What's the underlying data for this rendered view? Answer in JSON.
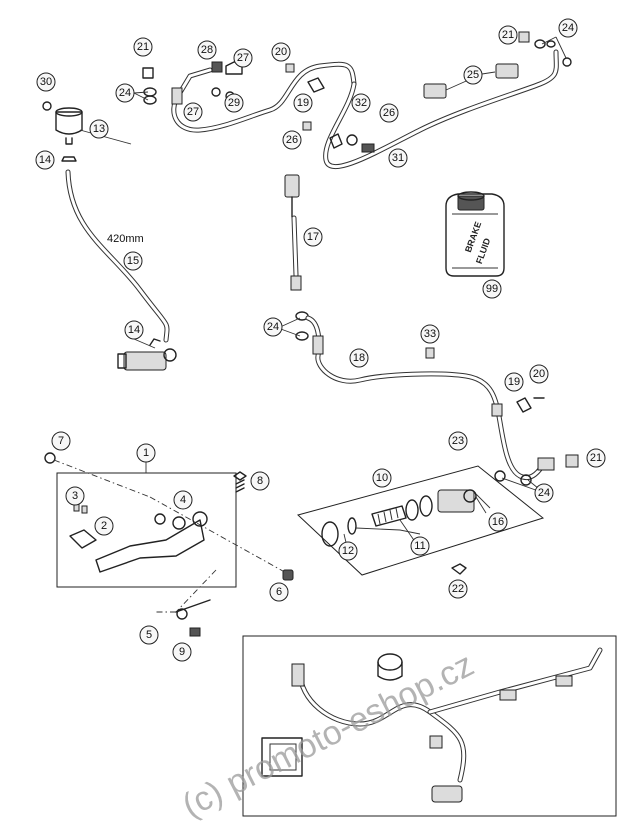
{
  "diagram": {
    "callouts": [
      "1",
      "2",
      "3",
      "4",
      "5",
      "6",
      "7",
      "8",
      "9",
      "10",
      "11",
      "12",
      "13",
      "14",
      "14",
      "15",
      "16",
      "17",
      "18",
      "19",
      "19",
      "20",
      "20",
      "21",
      "21",
      "21",
      "22",
      "23",
      "24",
      "24",
      "24",
      "24",
      "25",
      "26",
      "26",
      "27",
      "27",
      "28",
      "29",
      "30",
      "31",
      "32",
      "33",
      "99"
    ],
    "hose_length_label": "420mm",
    "bottle_label_line1": "BRAKE",
    "bottle_label_line2": "FLUID",
    "watermark": "(c) promoto-eshop.cz"
  }
}
